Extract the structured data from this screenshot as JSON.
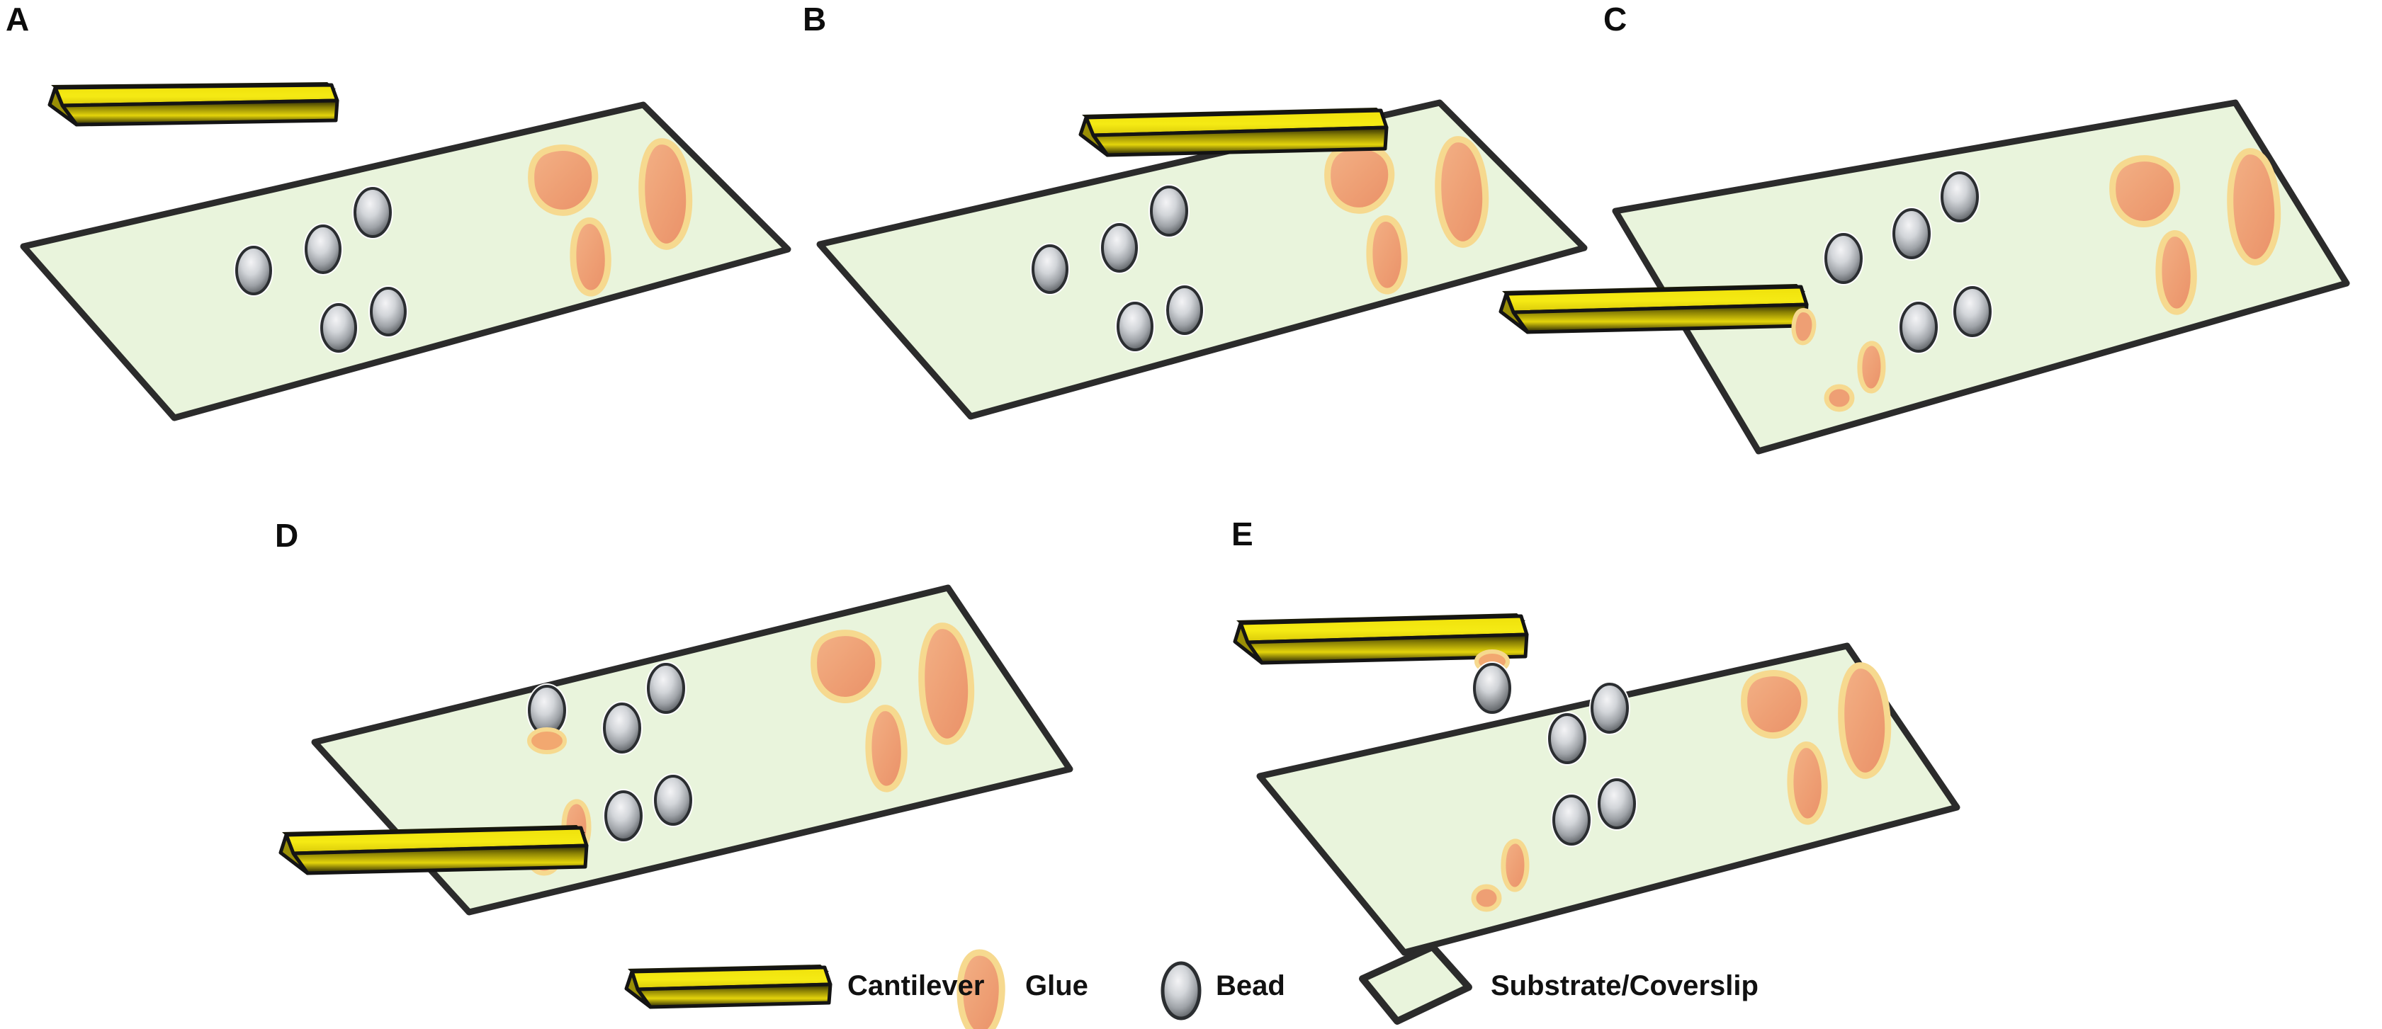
{
  "figure": {
    "type": "scientific-schematic",
    "description": "Five-step schematic of gluing a microsphere bead onto an AFM cantilever",
    "background_color": "#ffffff"
  },
  "colors": {
    "substrate_fill": "#e9f4dc",
    "substrate_stroke": "#2b2b2b",
    "cantilever_top": "#f2e60c",
    "cantilever_front": "#8c8202",
    "cantilever_side": "#d6c90a",
    "cantilever_stroke": "#141414",
    "bead_light": "#f2f2f4",
    "bead_mid": "#b9bcc0",
    "bead_dark": "#6f7377",
    "bead_edge": "#1f2124",
    "glue_fill": "#f0a077",
    "glue_rim": "#f7d98c",
    "label_color": "#0d0d0d"
  },
  "panels": [
    {
      "id": "A",
      "label": "A",
      "caption_omitted": true,
      "cantilever_state": "free-above-substrate",
      "beads_on_substrate": 5,
      "glue_blobs_on_substrate": 3,
      "bead_on_tip": false,
      "glue_on_tip": false
    },
    {
      "id": "B",
      "label": "B",
      "cantilever_state": "approaching-glue-region",
      "beads_on_substrate": 5,
      "glue_blobs_on_substrate": 3,
      "bead_on_tip": false,
      "glue_on_tip": false
    },
    {
      "id": "C",
      "label": "C",
      "cantilever_state": "glue-picked-up-on-tip",
      "beads_on_substrate": 5,
      "glue_blobs_on_substrate": 3,
      "glue_smears_on_substrate": 2,
      "bead_on_tip": false,
      "glue_on_tip": true
    },
    {
      "id": "D",
      "label": "D",
      "cantilever_state": "contacting-bead",
      "beads_on_substrate": 5,
      "glue_blobs_on_substrate": 3,
      "glue_smears_on_substrate": 2,
      "bead_on_tip": false,
      "glue_on_tip": true
    },
    {
      "id": "E",
      "label": "E",
      "cantilever_state": "bead-attached-lifted-away",
      "beads_on_substrate": 4,
      "glue_blobs_on_substrate": 3,
      "glue_smears_on_substrate": 2,
      "bead_on_tip": true,
      "glue_on_tip": true
    }
  ],
  "legend": {
    "items": [
      {
        "key": "cantilever",
        "icon": "cantilever-bar-icon",
        "label": "Cantilever"
      },
      {
        "key": "glue",
        "icon": "glue-blob-icon",
        "label": "Glue"
      },
      {
        "key": "bead",
        "icon": "bead-sphere-icon",
        "label": "Bead"
      },
      {
        "key": "substrate",
        "icon": "substrate-slide-icon",
        "label": "Substrate/Coverslip"
      }
    ]
  }
}
